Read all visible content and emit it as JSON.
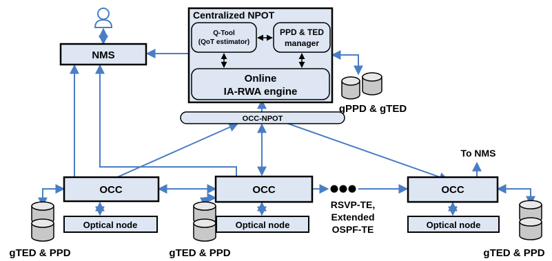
{
  "npot": {
    "title": "Centralized NPOT",
    "qtool_line1": "Q-Tool",
    "qtool_line2": "(QoT estimator)",
    "ppd_ted_line1": "PPD & TED",
    "ppd_ted_line2": "manager",
    "engine_line1": "Online",
    "engine_line2": "IA-RWA engine"
  },
  "nms": {
    "label": "NMS"
  },
  "gdb": {
    "label": "gPPD & gTED"
  },
  "bus": {
    "label": "OCC-NPOT"
  },
  "to_nms": {
    "label": "To NMS"
  },
  "occ": {
    "label": "OCC"
  },
  "optical_node": {
    "label": "Optical node"
  },
  "local_db": {
    "label": "gTED & PPD"
  },
  "protocols": {
    "line1": "RSVP-TE,",
    "line2": "Extended",
    "line3": "OSPF-TE"
  },
  "colors": {
    "box_fill": "#dde6f2",
    "arrow": "#4a7dc4",
    "border": "#000000"
  }
}
